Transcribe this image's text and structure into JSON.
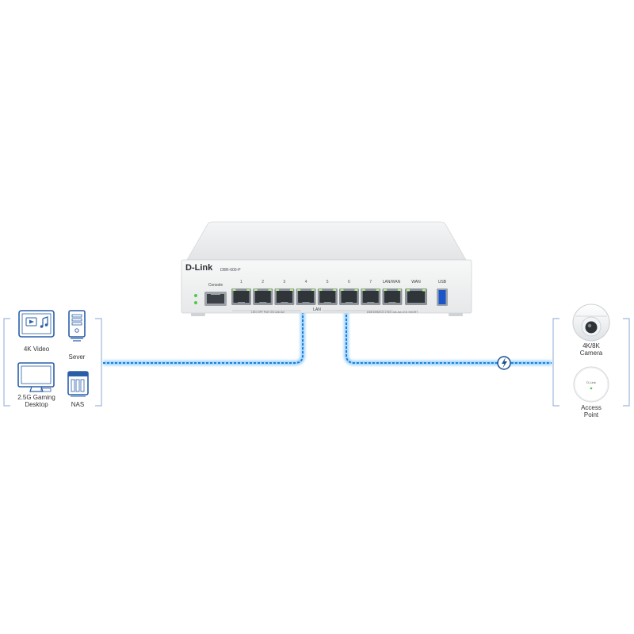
{
  "router": {
    "brand": "D-Link",
    "model": "DBR-600-P",
    "console_label": "Console",
    "port_numbers": [
      "1",
      "2",
      "3",
      "4",
      "5",
      "6",
      "7"
    ],
    "lan_wan_label": "LAN/WAN",
    "wan_label": "WAN",
    "usb_label": "USB",
    "lan_label": "LAN",
    "led_row_left": "LED OFF  PoE ON  Link  Act",
    "led_row_right": "10M/100M/1G  2.5G  Link  Act  LED SHORT"
  },
  "left_devices": {
    "video_label": "4K Video",
    "server_label": "Sever",
    "desktop_label": "2.5G Gaming\nDesktop",
    "nas_label": "NAS"
  },
  "right_devices": {
    "camera_label": "4K/8K\nCamera",
    "ap_label": "Access\nPoint",
    "ap_logo": "D-Link"
  },
  "colors": {
    "link_blue": "#1a7fd4",
    "link_glow": "#9fd3ff",
    "icon_blue": "#2a5fa8",
    "led_green": "#4cc94a",
    "bracket": "#9fb8dd"
  }
}
